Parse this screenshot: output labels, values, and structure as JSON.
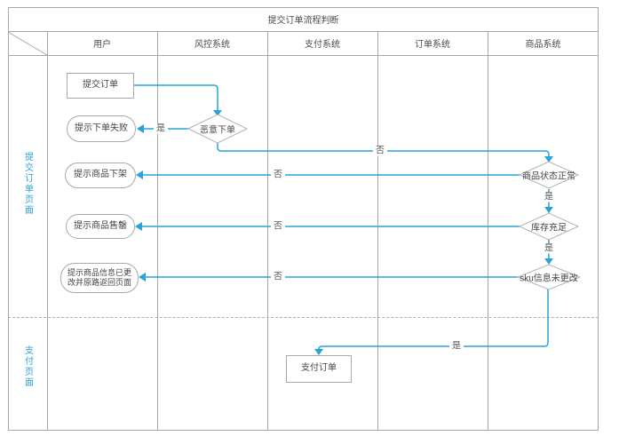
{
  "title": "提交订单流程判断",
  "header": {
    "lanes": [
      "用户",
      "风控系统",
      "支付系统",
      "订单系统",
      "商品系统"
    ]
  },
  "rows": {
    "row1": "提交订单页面",
    "row2": "支付页面"
  },
  "nodes": {
    "submit_order": "提交订单",
    "order_fail": "提示下单失败",
    "malicious_order": "恶意下单",
    "product_offline": "提示商品下架",
    "product_status_ok": "商品状态正常",
    "product_soldout": "提示商品售罄",
    "stock_enough": "库存充足",
    "info_changed": "提示商品信息已更改并原路返回页面",
    "sku_unchanged": "sku信息未更改",
    "pay_order": "支付订单"
  },
  "edge_labels": {
    "yes": "是",
    "no": "否"
  },
  "colors": {
    "arrow_blue": "#29a3dc",
    "grid_gray": "#a6a6a6",
    "shape_border_gray": "#a9a9a9",
    "row_label_blue": "#2f9fd6",
    "text_dark": "#444444"
  }
}
